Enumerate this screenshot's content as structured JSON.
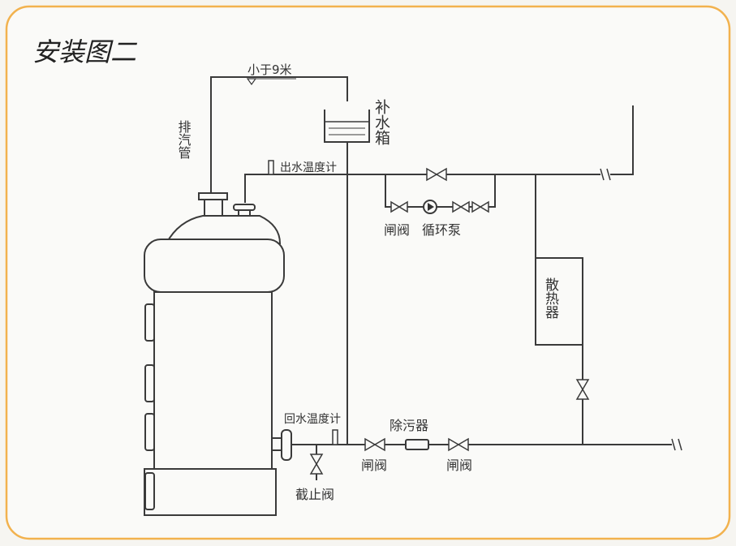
{
  "title": "安装图二",
  "labels": {
    "height_limit": "小于9米",
    "exhaust_pipe": "排汽管",
    "makeup_tank": "补水箱",
    "outlet_thermometer": "出水温度计",
    "gate_valve_top": "闸阀",
    "circulation_pump": "循环泵",
    "radiator": "散热器",
    "return_thermometer": "回水温度计",
    "dirt_separator": "除污器",
    "gate_valve_left": "闸阀",
    "gate_valve_right": "闸阀",
    "stop_valve": "截止阀"
  },
  "colors": {
    "frame": "#f2b24e",
    "line": "#3a3a3a",
    "background": "#fafaf8"
  }
}
